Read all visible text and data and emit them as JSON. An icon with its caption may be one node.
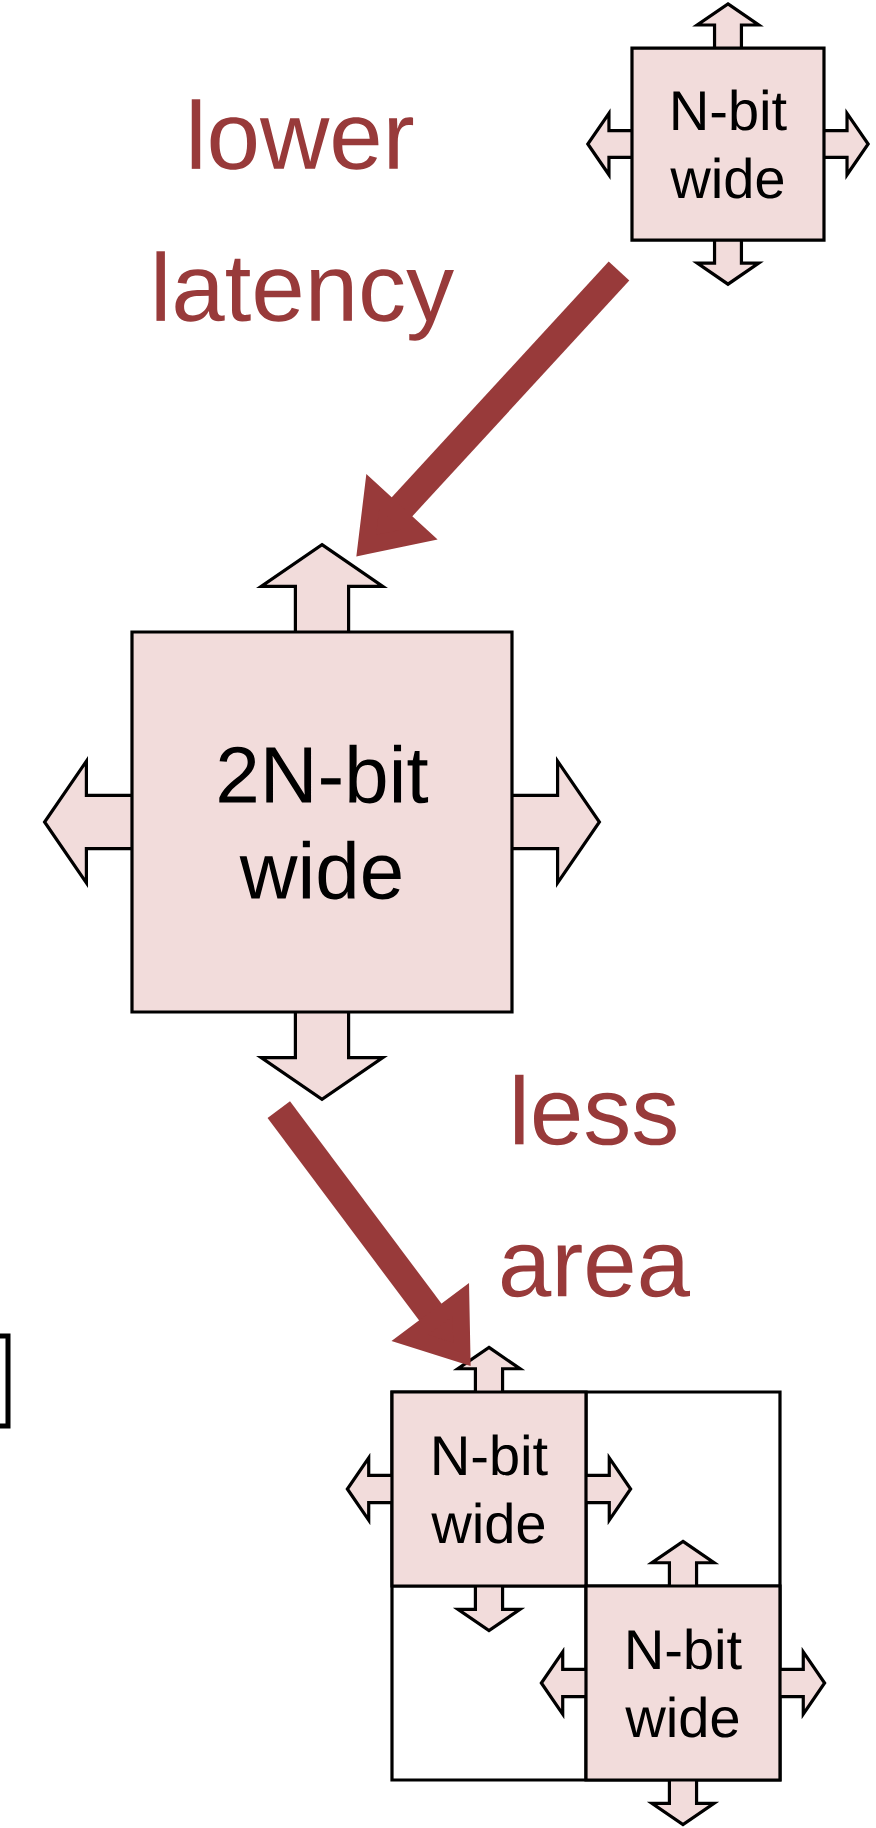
{
  "diagram": {
    "nodes": [
      {
        "text": [
          "N-bit wide"
        ]
      },
      {
        "text": [
          "2N-bit wide"
        ]
      },
      {
        "text": [],
        "shape": "box"
      },
      {
        "text": [
          "N-bit wide"
        ]
      },
      {
        "text": [
          "N-bit wide"
        ]
      }
    ],
    "edges": [
      {
        "from": 0,
        "to": 1,
        "arrow": "to",
        "label": "lower latency"
      },
      {
        "from": 1,
        "to": 3,
        "arrow": "to",
        "label": "less area"
      }
    ]
  }
}
